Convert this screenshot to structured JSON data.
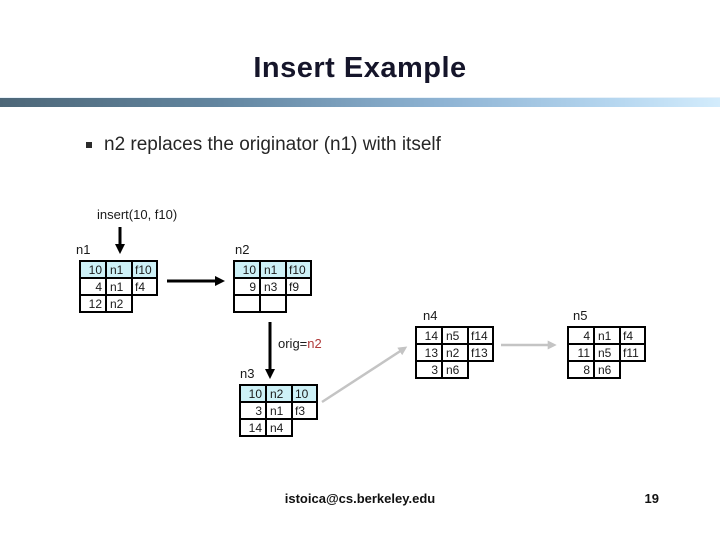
{
  "slide": {
    "title": "Insert Example",
    "bullet": "n2 replaces the originator (n1) with itself",
    "insert_label": "insert(10, f10)",
    "orig_label": {
      "prefix": "orig=",
      "value": "n2"
    },
    "footer": {
      "email": "istoica@cs.berkeley.edu",
      "page": "19"
    }
  },
  "colors": {
    "title": "#15152a",
    "row_highlight": "#cdf1f7",
    "orig_value_red": "#b03a3a",
    "gray_arrow": "#c4c4c4",
    "rule_gradient_left": "#4d6778",
    "rule_gradient_right": "#d3ecfc"
  },
  "nodes": [
    {
      "label": "n1",
      "rows": [
        {
          "cells": [
            "10",
            "n1",
            "f10"
          ]
        },
        {
          "cells": [
            "4",
            "n1",
            "f4"
          ]
        },
        {
          "cells": [
            "12",
            "n2"
          ]
        }
      ]
    },
    {
      "label": "n2",
      "rows": [
        {
          "cells": [
            "10",
            "n1",
            "f10"
          ]
        },
        {
          "cells": [
            "9",
            "n3",
            "f9"
          ]
        },
        {
          "cells": [
            "",
            ""
          ]
        }
      ]
    },
    {
      "label": "n3",
      "rows": [
        {
          "cells": [
            "10",
            "n2",
            "10"
          ]
        },
        {
          "cells": [
            "3",
            "n1",
            "f3"
          ]
        },
        {
          "cells": [
            "14",
            "n4"
          ]
        }
      ]
    },
    {
      "label": "n4",
      "rows": [
        {
          "cells": [
            "14",
            "n5",
            "f14"
          ]
        },
        {
          "cells": [
            "13",
            "n2",
            "f13"
          ]
        },
        {
          "cells": [
            "3",
            "n6"
          ]
        }
      ]
    },
    {
      "label": "n5",
      "rows": [
        {
          "cells": [
            "4",
            "n1",
            "f4"
          ]
        },
        {
          "cells": [
            "11",
            "n5",
            "f11"
          ]
        },
        {
          "cells": [
            "8",
            "n6"
          ]
        }
      ]
    }
  ]
}
